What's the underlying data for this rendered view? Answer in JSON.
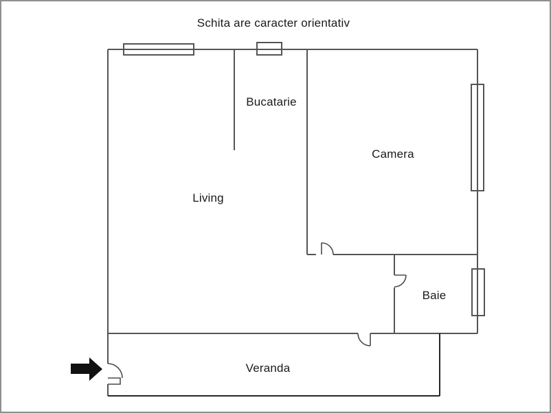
{
  "title": "Schita are caracter orientativ",
  "rooms": {
    "bucatarie": {
      "label": "Bucatarie"
    },
    "camera": {
      "label": "Camera"
    },
    "living": {
      "label": "Living"
    },
    "baie": {
      "label": "Baie"
    },
    "veranda": {
      "label": "Veranda"
    }
  },
  "icons": {
    "entrance_arrow": "right-arrow"
  },
  "colors": {
    "wall": "#545454",
    "wall_dark": "#262626",
    "door": "#4a4a4a",
    "text": "#1a1a1a",
    "arrow": "#111111",
    "border": "#8f8f8f",
    "background": "#ffffff"
  }
}
